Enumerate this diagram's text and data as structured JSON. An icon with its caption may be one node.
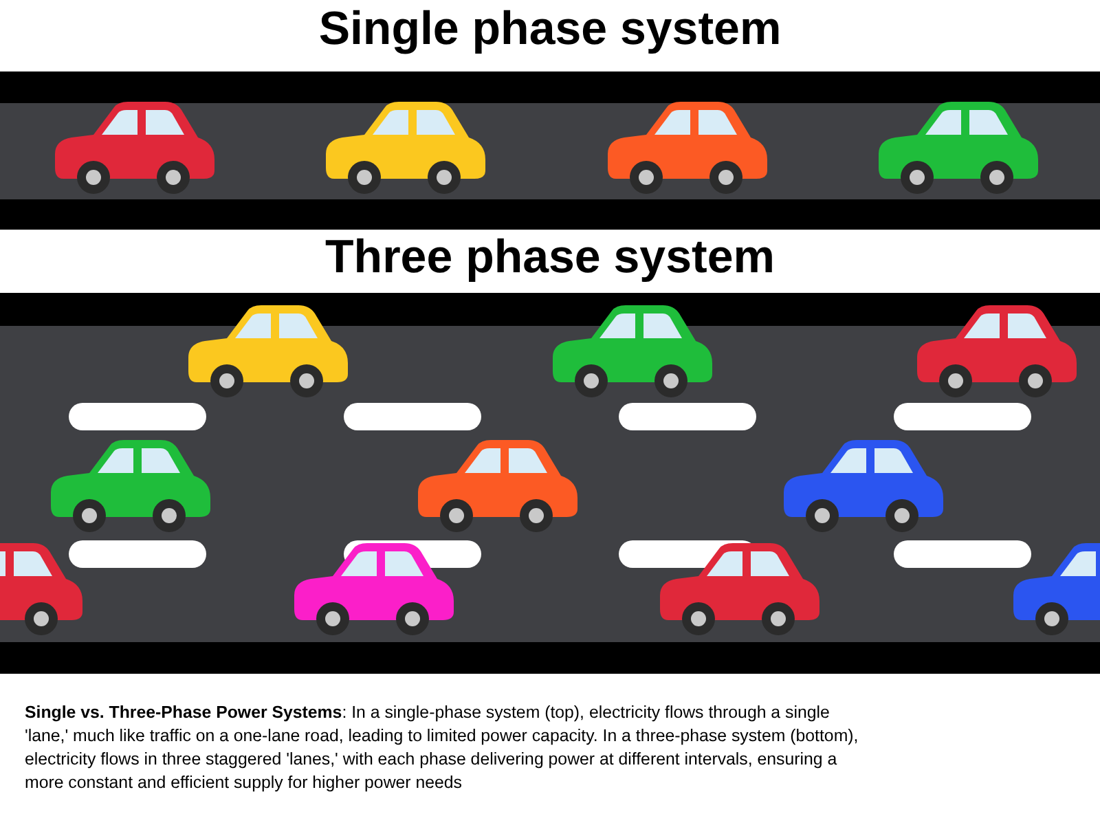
{
  "diagram": {
    "title": "Single phase system",
    "labels": [
      "Three phase system"
    ],
    "caption": "**Single vs. Three-Phase Power Systems**: In a single-phase system (top), electricity flows through a single 'lane,' much like traffic on a one-lane road, leading to limited power capacity. In a three-phase system (bottom), electricity flows in three staggered 'lanes,' with each phase delivering power at different intervals, ensuring a more constant and efficient supply for higher power needs"
  }
}
